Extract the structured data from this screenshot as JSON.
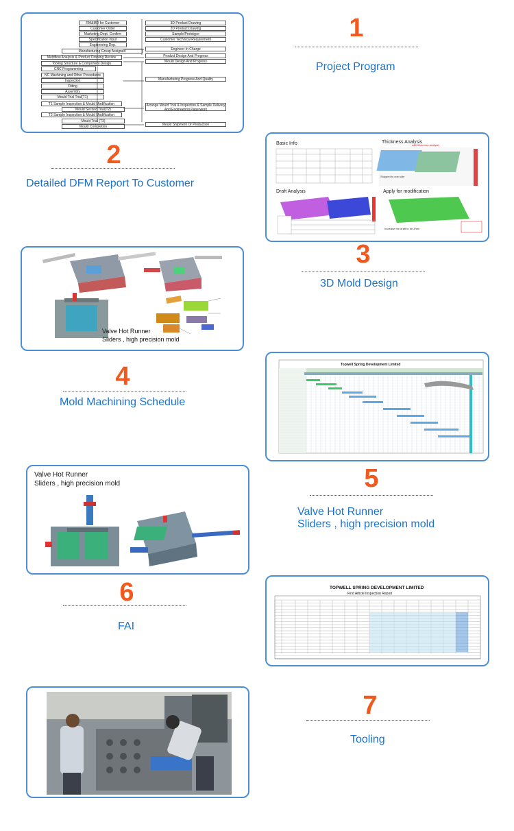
{
  "steps": [
    {
      "number": "1",
      "caption": "Project Program"
    },
    {
      "number": "2",
      "caption": "Detailed DFM Report To Customer"
    },
    {
      "number": "3",
      "caption": "3D Mold Design"
    },
    {
      "number": "4",
      "caption": "Mold Machining Schedule"
    },
    {
      "number": "5",
      "caption": "Valve Hot Runner\nSliders , high precision mold"
    },
    {
      "number": "6",
      "caption": "FAI"
    },
    {
      "number": "7",
      "caption": "Tooling"
    }
  ],
  "flowchart": {
    "left": [
      "RM&MD for Customer",
      "Customer Order",
      "Marketing Dept. Confirm",
      "Specification input",
      "Engineering Dep.",
      "Manufacturing Group Assigned",
      "Moldflow Analysis & Product Drawing Review",
      "Tooling Structure & Component Design",
      "CNC Programming",
      "NC Machining and Other Procedures",
      "Inspection",
      "Fitting",
      "Assembly",
      "Mould Trial Trial(T1)",
      "T1 Sample Inspection & Mould Modification",
      "Mould Second Trial(T2)",
      "T2 Sample Inspection & Mould Modification",
      "Mould Trial (T3)",
      "Mould Completion"
    ],
    "right": [
      "3D Product Drawing",
      "2D Product Drawing",
      "Sample/Prototype",
      "Customer Technical Requirement",
      "Engineer In Charge",
      "Product Design And Progress",
      "Mould Design And Progress",
      "Manufacturing Progress And Quality",
      "Arrange Mould Trial & Inspection & Sample Delivery And Engineering Paperwork",
      "Mould Shipment Or Production"
    ]
  },
  "dfm": {
    "basic_info": "Basic Info",
    "thickness": "Thickness Analysis",
    "draft": "Draft Analysis",
    "apply": "Apply for modification"
  },
  "mold_design_caption": "Valve Hot Runner\nSliders , high precision mold",
  "schedule_title": "Topwell Spring Development Limited",
  "valve_caption": "Valve Hot Runner\nSliders , high precision mold",
  "fai": {
    "company": "TOPWELL SPRING DEVELOPMENT LIMITED",
    "report": "First Article Inspection Report"
  },
  "colors": {
    "accent": "#f05a1e",
    "caption": "#1a73d1",
    "border": "#4a8fd6"
  }
}
